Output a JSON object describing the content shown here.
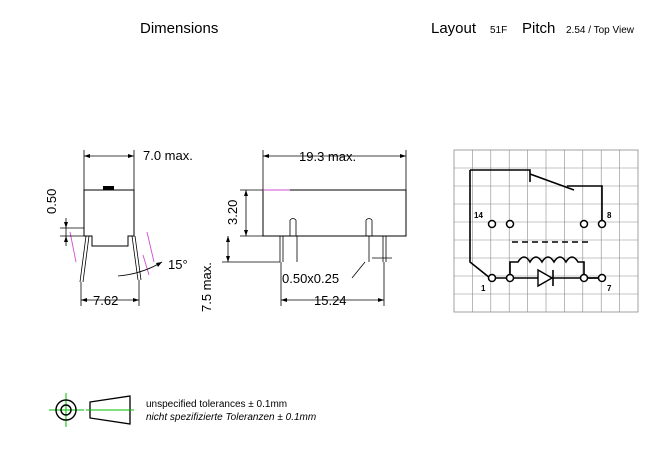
{
  "headings": {
    "dimensions": "Dimensions",
    "layout_label": "Layout",
    "layout_code": "51F",
    "pitch_label": "Pitch",
    "pitch_value": "2.54 / Top View"
  },
  "dimensions": {
    "width_max": "7.0 max.",
    "length_max": "19.3 max.",
    "offset": "0.50",
    "height": "3.20",
    "pin_length_max": "7.5 max.",
    "angle": "15°",
    "pin_section": "0.50x0.25",
    "row_spacing": "7.62",
    "pin_spacing": "15.24"
  },
  "pins": [
    "14",
    "8",
    "1",
    "7"
  ],
  "notes": {
    "tolerance_en": "unspecified tolerances ± 0.1mm",
    "tolerance_de": "nicht spezifizierte Toleranzen ± 0.1mm"
  }
}
